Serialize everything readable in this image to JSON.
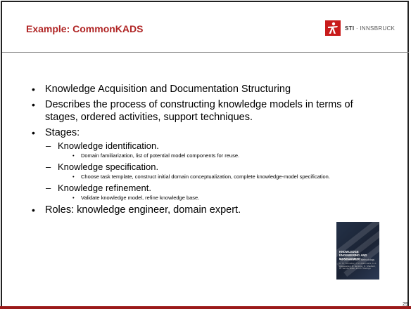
{
  "slide": {
    "title": "Example: CommonKADS",
    "page_number": "29"
  },
  "logo": {
    "brand": "STI",
    "separator": " · ",
    "location": "INNSBRUCK"
  },
  "content": {
    "b1": "Knowledge Acquisition and Documentation Structuring",
    "b2": "Describes the process of constructing knowledge models in terms of stages, ordered activities, support techniques.",
    "b3": "Stages:",
    "s1": "Knowledge identification.",
    "s1a": "Domain familiarization, list of potential model components for reuse.",
    "s2": "Knowledge specification.",
    "s2a": "Choose task template, construct initial domain conceptualization, complete knowledge-model specification.",
    "s3": "Knowledge refinement.",
    "s3a": "Validate knowledge model, refine knowledge base.",
    "b4": "Roles: knowledge engineer, domain expert."
  },
  "book": {
    "title": "KNOWLEDGE ENGINEERING AND MANAGEMENT",
    "subtitle": "The CommonKADS Methodology",
    "authors": "A. Th. Schreiber, J. M. Akkermans, A. A. Anjewierden, R. de Hoog, N. Shadbolt, W. Van de Velde, and B. Wielinga"
  },
  "colors": {
    "title": "#b02525",
    "accent_bar": "#9b1a1a",
    "logo_red": "#c81b1b"
  }
}
